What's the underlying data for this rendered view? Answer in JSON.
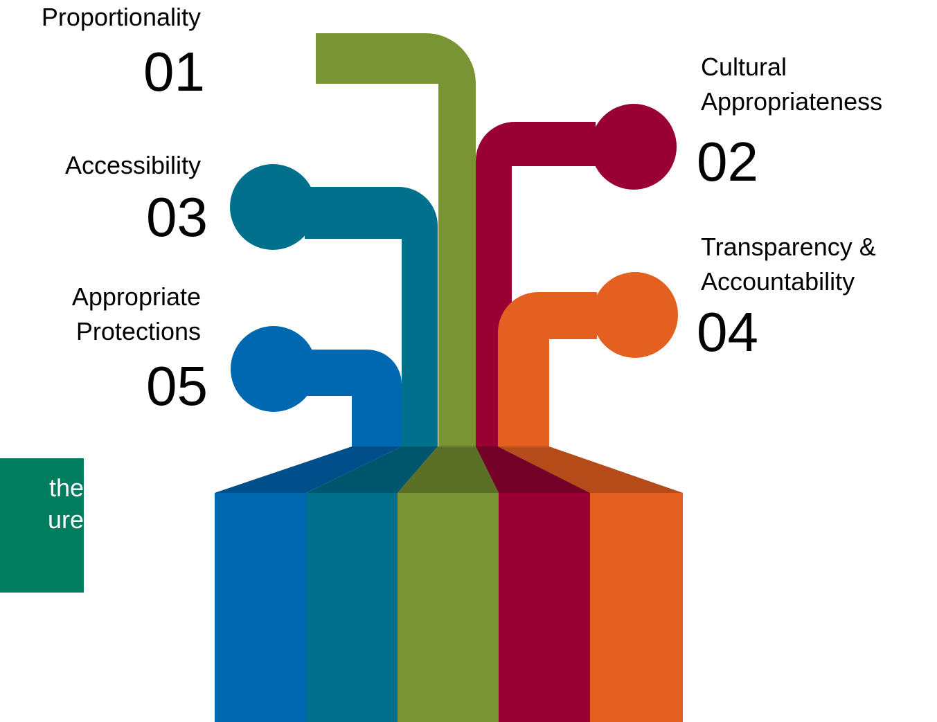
{
  "items": [
    {
      "label": "Proportionality",
      "number": "01",
      "color": "#799433"
    },
    {
      "label": "Cultural Appropriateness",
      "number": "02",
      "color": "#990033"
    },
    {
      "label": "Accessibility",
      "number": "03",
      "color": "#00708c"
    },
    {
      "label": "Transparency & Accountability",
      "number": "04",
      "color": "#e36021"
    },
    {
      "label": "Appropriate Protections",
      "number": "05",
      "color": "#0067b1"
    }
  ],
  "side_box": {
    "line1": "the",
    "line2": "ure",
    "color": "#007d5f"
  }
}
